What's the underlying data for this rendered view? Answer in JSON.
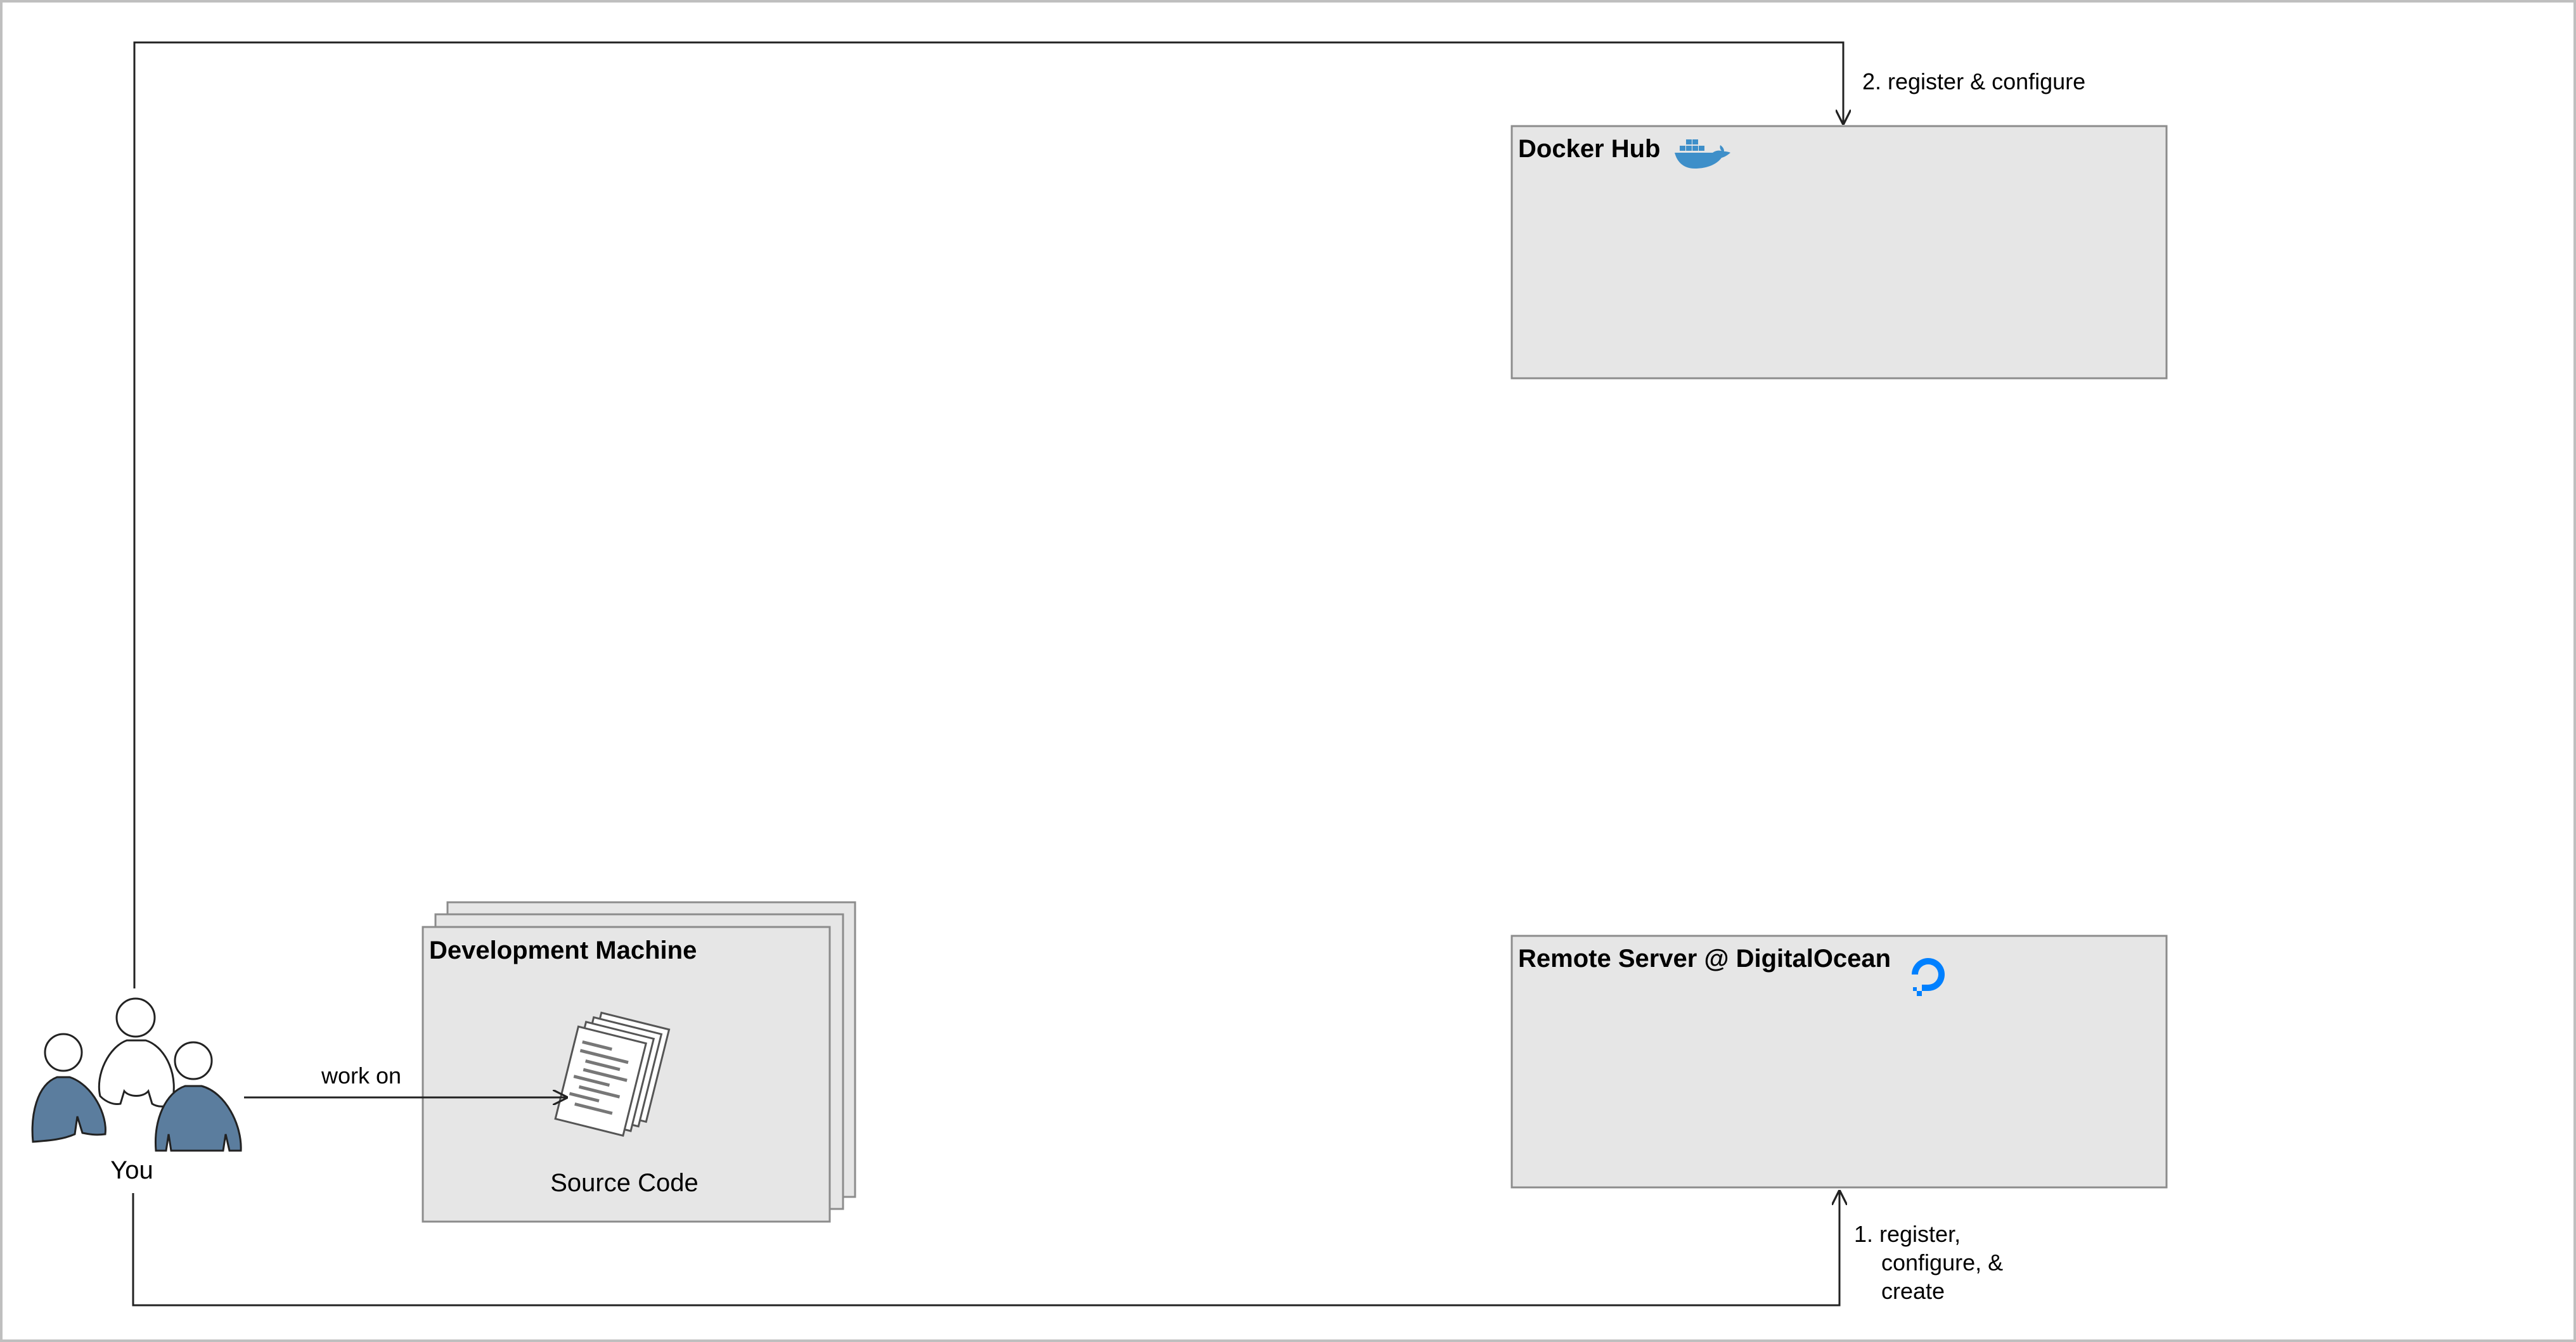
{
  "diagram": {
    "docker_hub": {
      "title": "Docker Hub",
      "icon": "docker-whale-icon",
      "icon_color": "#3e8fc9"
    },
    "remote_server": {
      "title": "Remote Server @ DigitalOcean",
      "icon": "digitalocean-icon",
      "icon_color": "#0080ff"
    },
    "dev_machine": {
      "title": "Development Machine"
    },
    "source_code": {
      "label": "Source Code",
      "icon": "documents-icon"
    },
    "actor": {
      "label": "You",
      "icon": "people-icon",
      "fill_color": "#5b7d9e"
    },
    "edges": {
      "work_on": "work on",
      "register_configure": "2. register & configure",
      "register_create": [
        "1. register,",
        "configure, &",
        "create"
      ]
    },
    "colors": {
      "box_fill": "#e6e6e6",
      "box_stroke": "#8c8c8c",
      "line": "#222222"
    }
  }
}
